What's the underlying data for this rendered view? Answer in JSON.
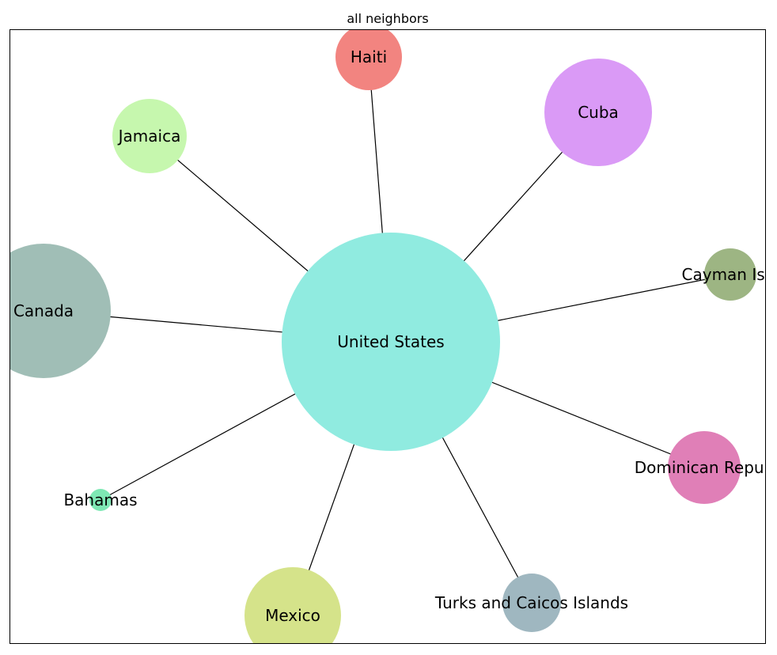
{
  "title": "all neighbors",
  "center": {
    "id": "us",
    "label": "United States",
    "color": "#90ebe0"
  },
  "neighbors": [
    {
      "id": "haiti",
      "label": "Haiti",
      "color": "#f28480"
    },
    {
      "id": "cuba",
      "label": "Cuba",
      "color": "#da9af6"
    },
    {
      "id": "jamaica",
      "label": "Jamaica",
      "color": "#c6f7ae"
    },
    {
      "id": "canada",
      "label": "Canada",
      "color": "#a0beb6"
    },
    {
      "id": "cayman",
      "label": "Cayman Isla",
      "color": "#9db583"
    },
    {
      "id": "dominican",
      "label": "Dominican Repub",
      "color": "#e07fb7"
    },
    {
      "id": "turks",
      "label": "Turks and Caicos Islands",
      "color": "#9fb7c0"
    },
    {
      "id": "mexico",
      "label": "Mexico",
      "color": "#d5e38a"
    },
    {
      "id": "bahamas",
      "label": "Bahamas",
      "color": "#7ee8b4"
    }
  ]
}
